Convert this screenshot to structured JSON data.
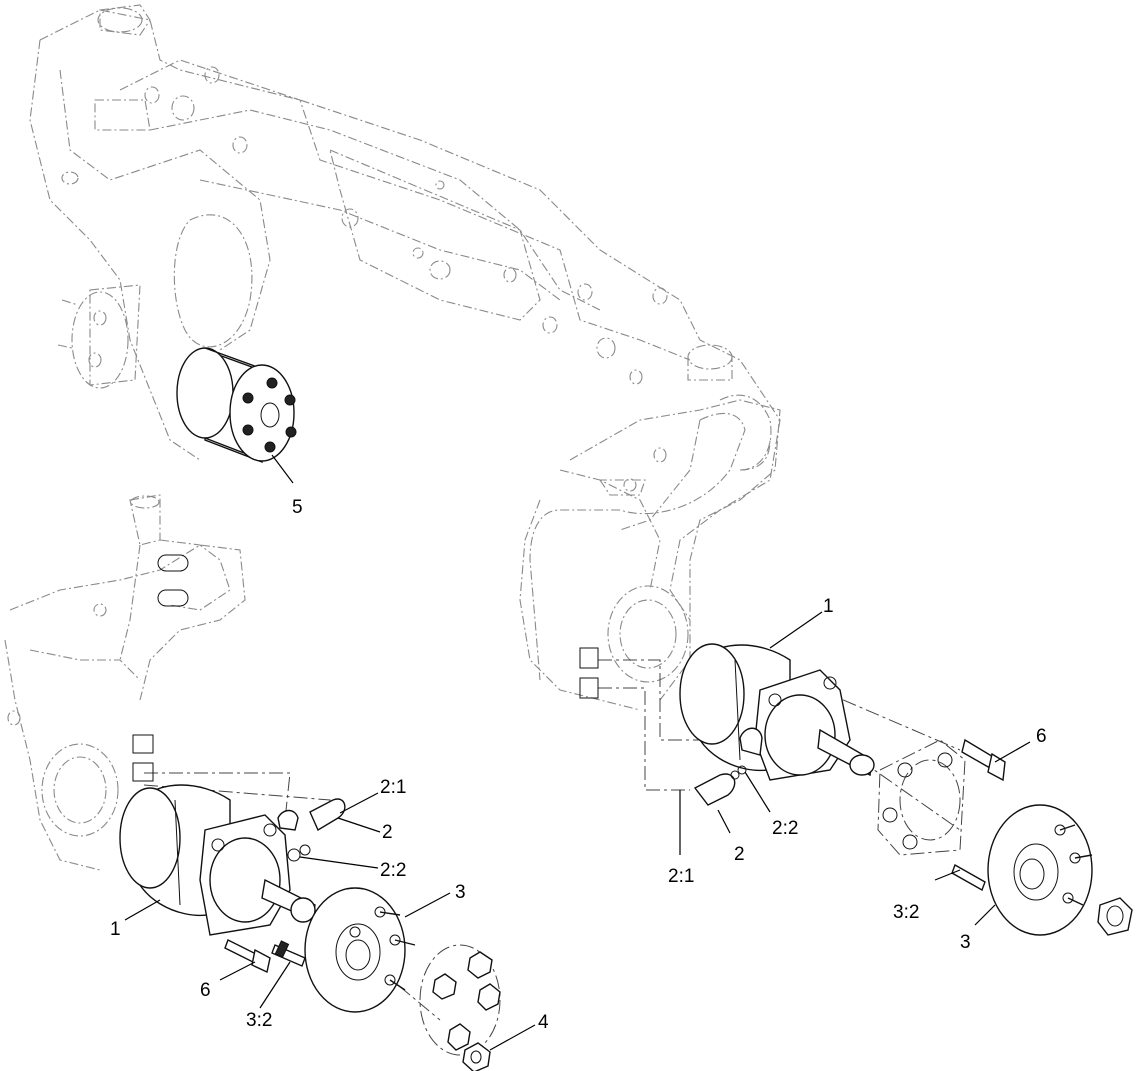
{
  "callouts": {
    "c5": "5",
    "c1_right": "1",
    "c6_right": "6",
    "c2_1_right": "2:1",
    "c2_right": "2",
    "c2_2_right": "2:2",
    "c3_2_right": "3:2",
    "c3_right": "3",
    "c2_1_left": "2:1",
    "c2_left": "2",
    "c2_2_left": "2:2",
    "c3_left": "3",
    "c1_left": "1",
    "c6_left": "6",
    "c3_2_left": "3:2",
    "c4": "4"
  }
}
